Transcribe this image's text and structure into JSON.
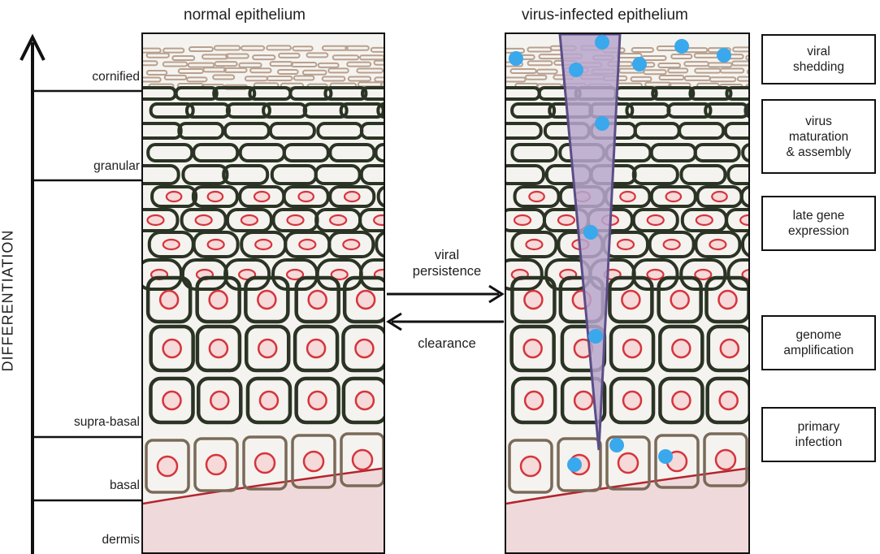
{
  "left_panel": {
    "title": "normal epithelium"
  },
  "right_panel": {
    "title": "virus-infected epithelium"
  },
  "axis": {
    "label": "DIFFERENTIATION"
  },
  "layers": [
    "cornified",
    "granular",
    "supra-basal",
    "basal",
    "dermis"
  ],
  "arrows": {
    "forward_label": "viral\npersistence",
    "back_label": "clearance"
  },
  "stages": [
    "viral\nshedding",
    "virus\nmaturation\n& assembly",
    "late gene\nexpression",
    "genome\namplification",
    "primary\ninfection"
  ],
  "colors": {
    "virus": "#3aa8ec",
    "nucleus": "#d6343c",
    "cell_outline": "#2b3424",
    "basal_outline": "#7a6a58",
    "dermis": "#f0d9db",
    "lesion": "#b7a6cd",
    "cornified": "#b9a08f"
  }
}
